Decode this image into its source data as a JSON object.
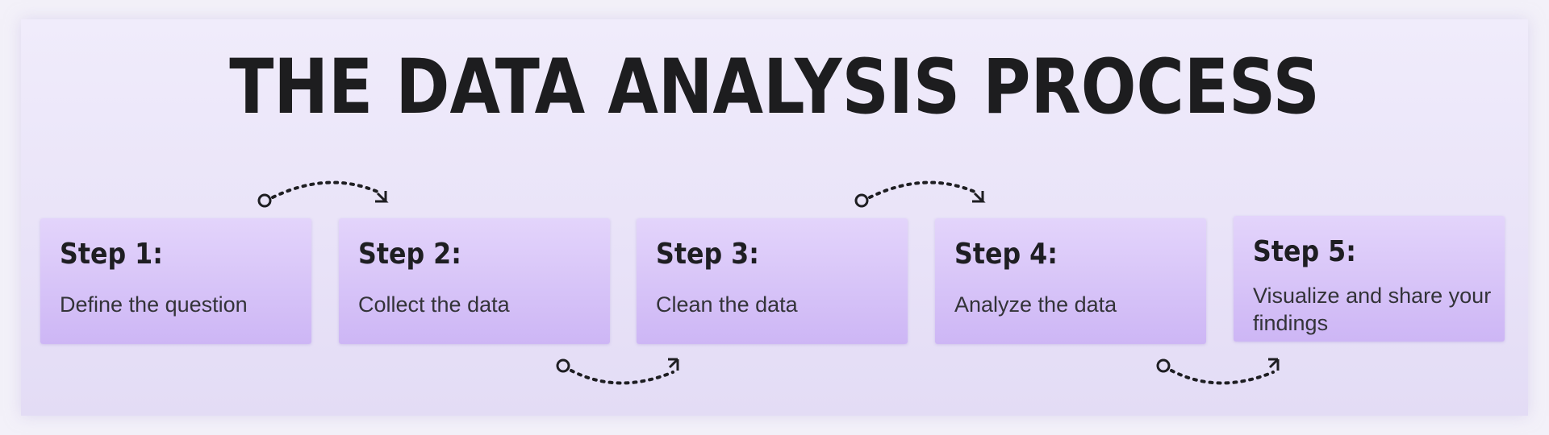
{
  "title": "THE DATA ANALYSIS PROCESS",
  "steps": [
    {
      "label": "Step 1:",
      "description": "Define the question"
    },
    {
      "label": "Step 2:",
      "description": "Collect the data"
    },
    {
      "label": "Step 3:",
      "description": "Clean the data"
    },
    {
      "label": "Step 4:",
      "description": "Analyze the data"
    },
    {
      "label": "Step 5:",
      "description": "Visualize and share your findings"
    }
  ],
  "colors": {
    "background": "#e9e3f8",
    "step_box_top": "#e3d4fb",
    "step_box_bottom": "#cdb6f5",
    "text": "#1e1e22",
    "connector": "#1e1e22"
  },
  "connectors": [
    {
      "from": "step-1",
      "to": "step-2",
      "position": "above"
    },
    {
      "from": "step-2",
      "to": "step-3",
      "position": "below"
    },
    {
      "from": "step-3",
      "to": "step-4",
      "position": "above"
    },
    {
      "from": "step-4",
      "to": "step-5",
      "position": "below"
    }
  ]
}
